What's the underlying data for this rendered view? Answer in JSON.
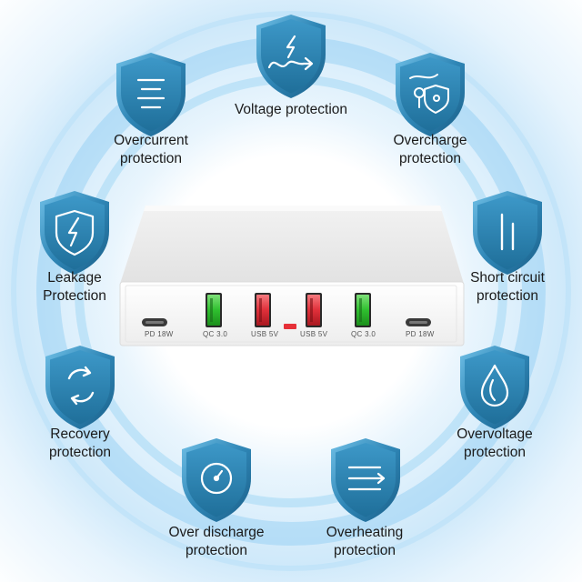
{
  "labels": {
    "voltage": "Voltage protection",
    "overcurrent_1": "Overcurrent",
    "overcurrent_2": "protection",
    "overcharge_1": "Overcharge",
    "overcharge_2": "protection",
    "leakage_1": "Leakage",
    "leakage_2": "Protection",
    "short_1": "Short circuit",
    "short_2": "protection",
    "recovery_1": "Recovery",
    "recovery_2": "protection",
    "overvoltage_1": "Overvoltage",
    "overvoltage_2": "protection",
    "overdischarge_1": "Over discharge",
    "overdischarge_2": "protection",
    "overheating_1": "Overheating",
    "overheating_2": "protection"
  },
  "ports": [
    "PD 18W",
    "QC 3.0",
    "USB 5V",
    "USB 5V",
    "QC 3.0",
    "PD 18W"
  ],
  "icons": {
    "voltage": "lightning-arrow-icon",
    "overcurrent": "lines-icon",
    "overcharge": "plug-shield-icon",
    "leakage": "lightning-shield-icon",
    "short_circuit": "parallel-lines-icon",
    "recovery": "refresh-icon",
    "overvoltage": "drop-icon",
    "over_discharge": "gauge-icon",
    "overheating": "arrows-right-icon"
  },
  "colors": {
    "shield_dark": "#1f6f9a",
    "shield_light": "#5fb3dd",
    "ring": "#78c3f0",
    "usb_green": "#3ac43a",
    "usb_red": "#e0303a"
  }
}
